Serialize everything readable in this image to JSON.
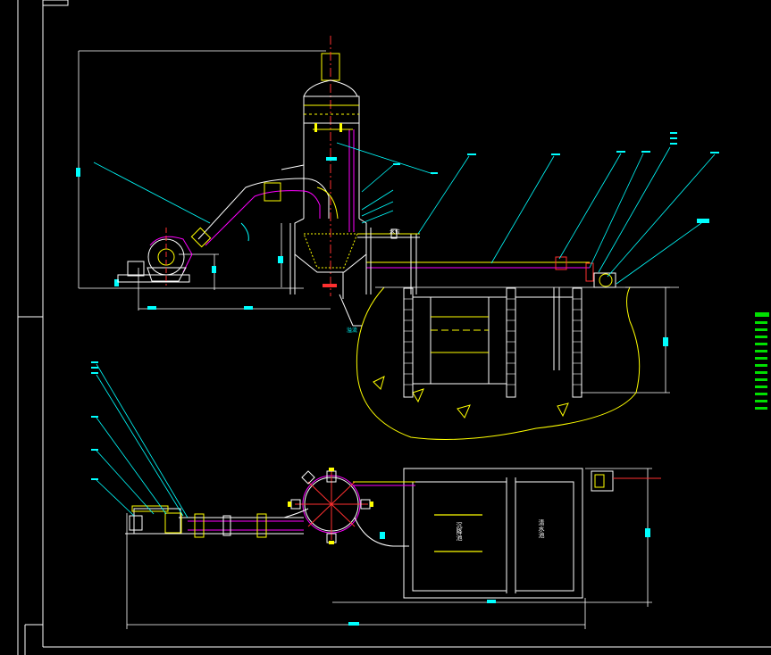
{
  "title_block": {
    "drawing_name": ""
  },
  "labels": {
    "sedimentation_tank": "沉降池",
    "clear_water_tank": "清水池",
    "tag_a": "水位",
    "tag_b": "溢流"
  },
  "leader_numbers": [
    "1",
    "2",
    "3",
    "4",
    "5",
    "6",
    "7",
    "8",
    "9",
    "10",
    "11",
    "12",
    "13",
    "14",
    "15",
    "16",
    "17",
    "18",
    "19",
    "20",
    "21"
  ],
  "colors": {
    "background": "#000000",
    "frame": "#ffffff",
    "yellow": "#ffff00",
    "cyan": "#00ffff",
    "magenta": "#ff00ff",
    "red": "#ff3030",
    "green": "#00e000",
    "white": "#ffffff"
  },
  "notes_panel": {
    "title": "技术要求",
    "lines": [
      "",
      "",
      "",
      "",
      "",
      "",
      "",
      "",
      "",
      "",
      ""
    ]
  }
}
